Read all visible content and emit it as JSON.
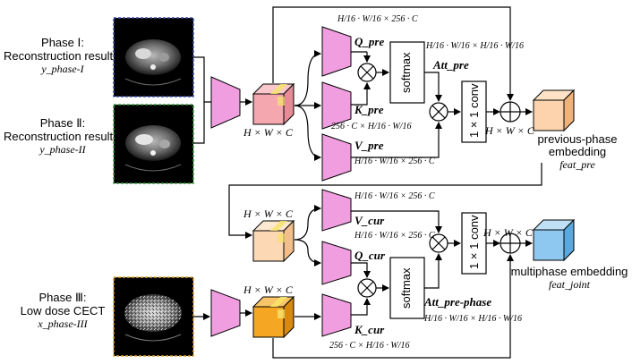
{
  "inputs": {
    "phase1_title": "Phase Ⅰ:",
    "phase1_subtitle": "Reconstruction result",
    "phase1_var": "y_phase-I",
    "phase2_title": "Phase Ⅱ:",
    "phase2_subtitle": "Reconstruction result",
    "phase2_var": "y_phase-II",
    "phase3_title": "Phase Ⅲ:",
    "phase3_subtitle": "Low dose CECT",
    "phase3_var": "x_phase-III"
  },
  "top": {
    "feature_dim": "H × W × C",
    "q_label": "Q_pre",
    "k_label": "K_pre",
    "v_label": "V_pre",
    "q_dim": "H/16 · W/16 × 256 · C",
    "k_dim": "256 · C × H/16 · W/16",
    "v_dim": "H/16 · W/16 × 256 · C",
    "softmax": "softmax",
    "att_label": "Att_pre",
    "att_dim": "H/16 · W/16 × H/16 · W/16",
    "conv": "1×1 conv",
    "out_dim": "H × W × C",
    "embed_line1": "previous-phase",
    "embed_line2": "embedding",
    "embed_var": "feat_pre"
  },
  "bottom": {
    "feature_dim_pre": "H × W × C",
    "feature_dim_cur": "H × W × C",
    "v_label": "V_cur",
    "q_label": "Q_cur",
    "k_label": "K_cur",
    "v_dim": "H/16 · W/16 × 256 · C",
    "q_dim": "H/16 · W/16 × 256 · C",
    "k_dim": "256 · C × H/16 · W/16",
    "softmax": "softmax",
    "att_label": "Att_pre-phase",
    "att_dim": "H/16 · W/16 × H/16 · W/16",
    "conv": "1×1 conv",
    "out_dim": "H × W × C",
    "embed_line1": "multiphase embedding",
    "embed_var": "feat_joint"
  },
  "colors": {
    "encoder": "#f19ee0",
    "feat_pre": "#f4a7ae",
    "feat_pre_copy": "#fcd8b4",
    "feat_cur": "#f5a623",
    "feat_joint": "#8ec7ef",
    "phase1_border": "#3c4fa8",
    "phase2_border": "#3f9a45",
    "phase3_border": "#d9a22a",
    "highlight": "#f7e46a"
  }
}
